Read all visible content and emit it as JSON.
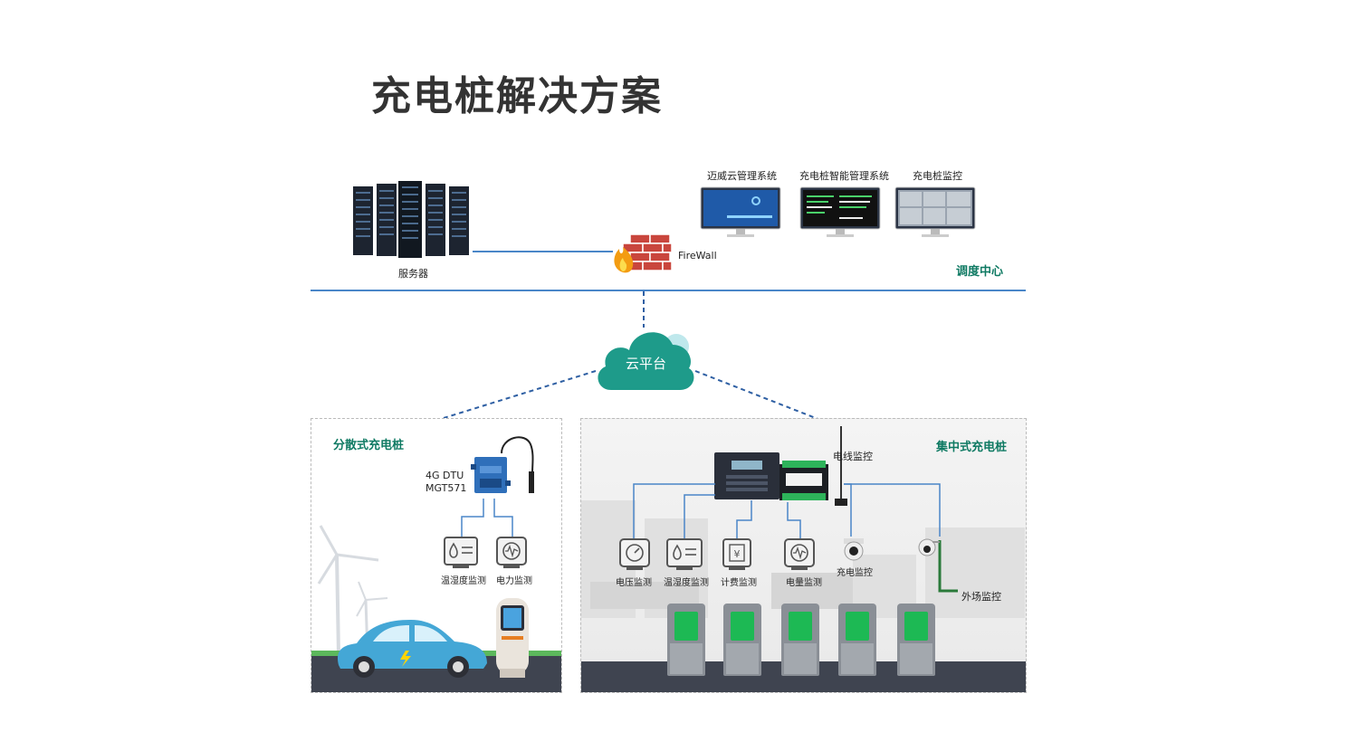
{
  "title": "充电桩解决方案",
  "top": {
    "server_label": "服务器",
    "firewall_label": "FireWall",
    "monitors": [
      {
        "label": "迈威云管理系统"
      },
      {
        "label": "充电桩智能管理系统"
      },
      {
        "label": "充电桩监控"
      }
    ],
    "dispatch_label": "调度中心"
  },
  "cloud": {
    "label": "云平台"
  },
  "left_panel": {
    "title": "分散式充电桩",
    "dtu_label_1": "4G DTU",
    "dtu_label_2": "MGT571",
    "sensors": [
      "温湿度监测",
      "电力监测"
    ]
  },
  "right_panel": {
    "title": "集中式充电桩",
    "wire_monitor": "电线监控",
    "sensors": [
      "电压监测",
      "温湿度监测",
      "计费监测",
      "电量监测"
    ],
    "charge_monitor": "充电监控",
    "outdoor_monitor": "外场监控"
  },
  "colors": {
    "accent_green": "#0f7a63",
    "line_blue": "#4a86c8",
    "cloud": "#1e9b8a"
  }
}
